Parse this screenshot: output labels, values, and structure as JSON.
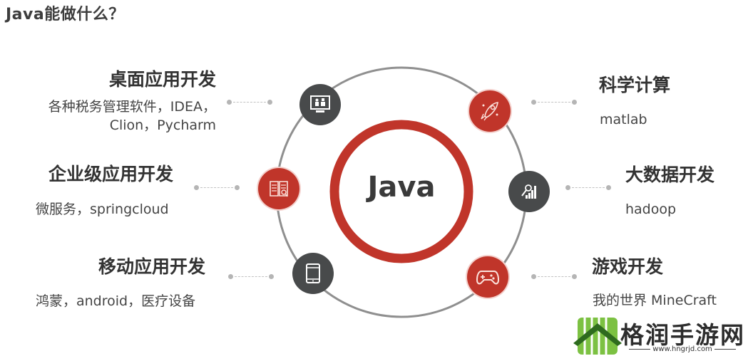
{
  "title": "Java能做什么？",
  "center": {
    "label": "Java",
    "ring_color": "#c0352a",
    "outer_ring_color": "#8a8a8a"
  },
  "colors": {
    "red": "#c0352a",
    "dark": "#484a4b",
    "connector": "#b5b5b5"
  },
  "left_items": [
    {
      "heading": "桌面应用开发",
      "desc_lines": [
        "各种税务管理软件，IDEA，",
        "Clion，Pycharm"
      ],
      "icon": "desktop-monitor-icon",
      "style": "dark"
    },
    {
      "heading": "企业级应用开发",
      "desc_lines": [
        "微服务，springcloud"
      ],
      "icon": "book-search-icon",
      "style": "red"
    },
    {
      "heading": "移动应用开发",
      "desc_lines": [
        "鸿蒙，android，医疗设备"
      ],
      "icon": "tablet-icon",
      "style": "dark"
    }
  ],
  "right_items": [
    {
      "heading": "科学计算",
      "desc_lines": [
        "matlab"
      ],
      "icon": "rocket-icon",
      "style": "red"
    },
    {
      "heading": "大数据开发",
      "desc_lines": [
        "hadoop"
      ],
      "icon": "chart-search-icon",
      "style": "dark"
    },
    {
      "heading": "游戏开发",
      "desc_lines": [
        "我的世界 MineCraft"
      ],
      "icon": "gamepad-icon",
      "style": "red"
    }
  ],
  "watermark": {
    "name": "格润手游网",
    "url": "www.hngrjd.com"
  }
}
